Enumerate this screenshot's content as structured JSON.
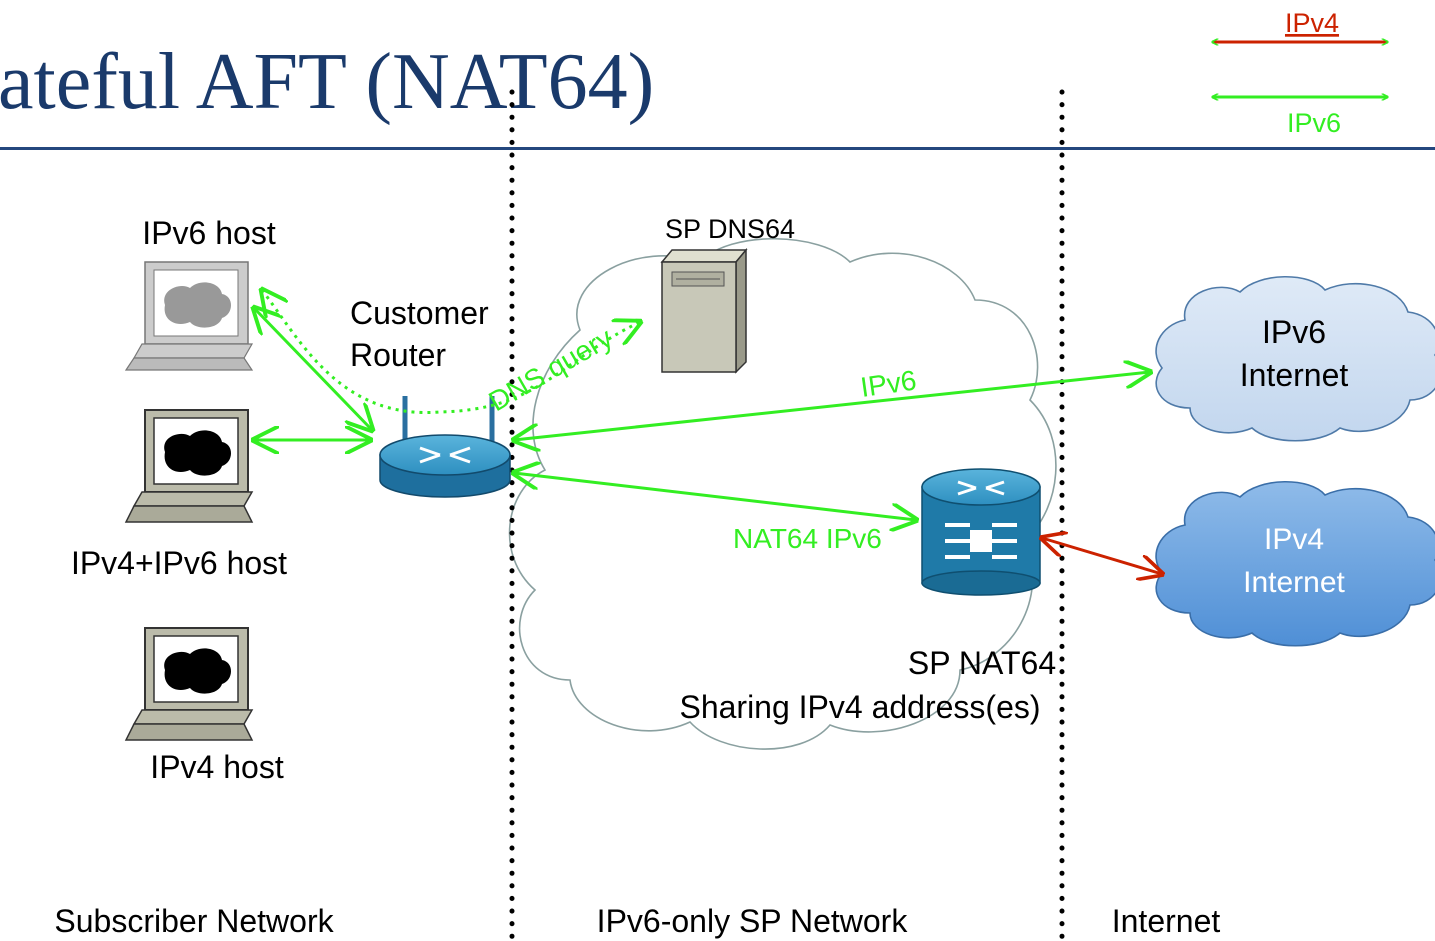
{
  "slide": {
    "title": "ateful AFT (NAT64)"
  },
  "legend": {
    "ipv4_label": "IPv4",
    "ipv6_label": "IPv6",
    "ipv4_color": "#cc2200",
    "ipv6_color": "#33ee22"
  },
  "hosts": {
    "ipv6_host": "IPv6 host",
    "dual_host": "IPv4+IPv6 host",
    "ipv4_host": "IPv4 host"
  },
  "router": {
    "label_line1": "Customer",
    "label_line2": "Router"
  },
  "dns64": {
    "label": "SP DNS64",
    "query_label": "DNS query"
  },
  "nat64": {
    "label_line1": "SP NAT64",
    "label_line2": "Sharing IPv4 address(es)",
    "flow_label": "NAT64 IPv6"
  },
  "flows": {
    "ipv6_label": "IPv6"
  },
  "clouds": {
    "ipv6_internet_line1": "IPv6",
    "ipv6_internet_line2": "Internet",
    "ipv4_internet_line1": "IPv4",
    "ipv4_internet_line2": "Internet"
  },
  "zones": {
    "subscriber": "Subscriber Network",
    "sp": "IPv6-only SP Network",
    "internet": "Internet"
  }
}
